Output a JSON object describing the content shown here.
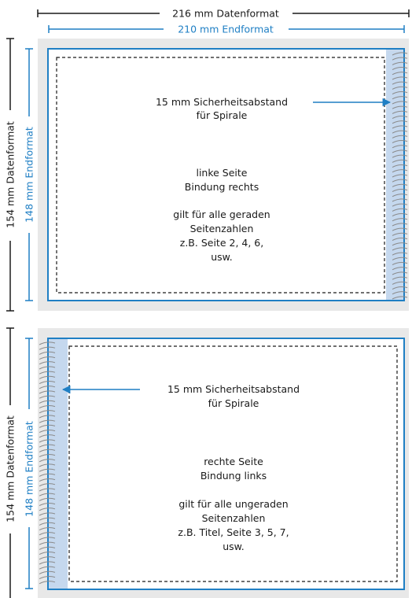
{
  "top_dims": {
    "data_width": "216 mm Datenformat",
    "final_width": "210 mm Endformat"
  },
  "page_left": {
    "data_height": "154 mm Datenformat",
    "final_height": "148 mm Endformat",
    "safety_line1": "15 mm Sicherheitsabstand",
    "safety_line2": "für Spirale",
    "side_line1": "linke Seite",
    "side_line2": "Bindung rechts",
    "pages_line1": "gilt für alle geraden",
    "pages_line2": "Seitenzahlen",
    "pages_line3": "z.B. Seite 2, 4, 6,",
    "pages_line4": "usw."
  },
  "page_right": {
    "data_height": "154 mm Datenformat",
    "final_height": "148 mm Endformat",
    "safety_line1": "15 mm Sicherheitsabstand",
    "safety_line2": "für Spirale",
    "side_line1": "rechte Seite",
    "side_line2": "Bindung links",
    "pages_line1": "gilt für alle ungeraden",
    "pages_line2": "Seitenzahlen",
    "pages_line3": "z.B. Titel, Seite 3, 5, 7,",
    "pages_line4": "usw."
  },
  "colors": {
    "blue": "#1f7fc4",
    "black": "#1a1a1a",
    "bleed_gray": "#e8e8e8",
    "binding_zone": "#c5d8ee",
    "spiral": "#8a8a8a"
  }
}
